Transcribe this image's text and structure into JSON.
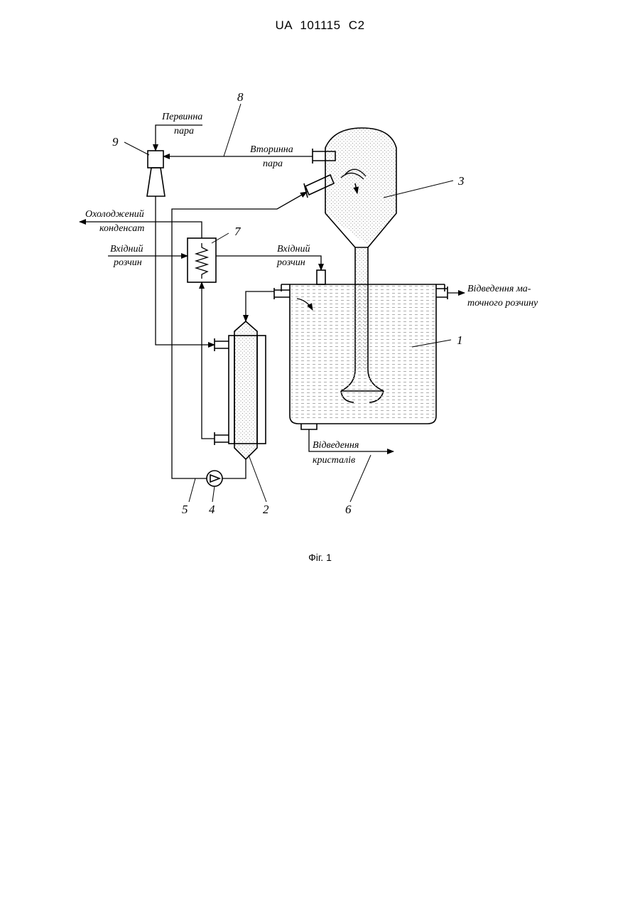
{
  "header": {
    "doc_id": "UA   101115   C2"
  },
  "figure": {
    "labels": {
      "primary_steam_1": "Первинна",
      "primary_steam_2": "пара",
      "secondary_steam_1": "Вторинна",
      "secondary_steam_2": "пара",
      "cooled_condensate_1": "Охолоджений",
      "cooled_condensate_2": "конденсат",
      "input_solution_left_1": "Вхідний",
      "input_solution_left_2": "розчин",
      "input_solution_right_1": "Вхідний",
      "input_solution_right_2": "розчин",
      "mother_liquor_1": "Відведення ма-",
      "mother_liquor_2": "точного розчину",
      "crystals_1": "Відведення",
      "crystals_2": "кристалів"
    },
    "numbers": {
      "n1": "1",
      "n2": "2",
      "n3": "3",
      "n4": "4",
      "n5": "5",
      "n6": "6",
      "n7": "7",
      "n8": "8",
      "n9": "9"
    },
    "caption": "Фіг. 1"
  }
}
